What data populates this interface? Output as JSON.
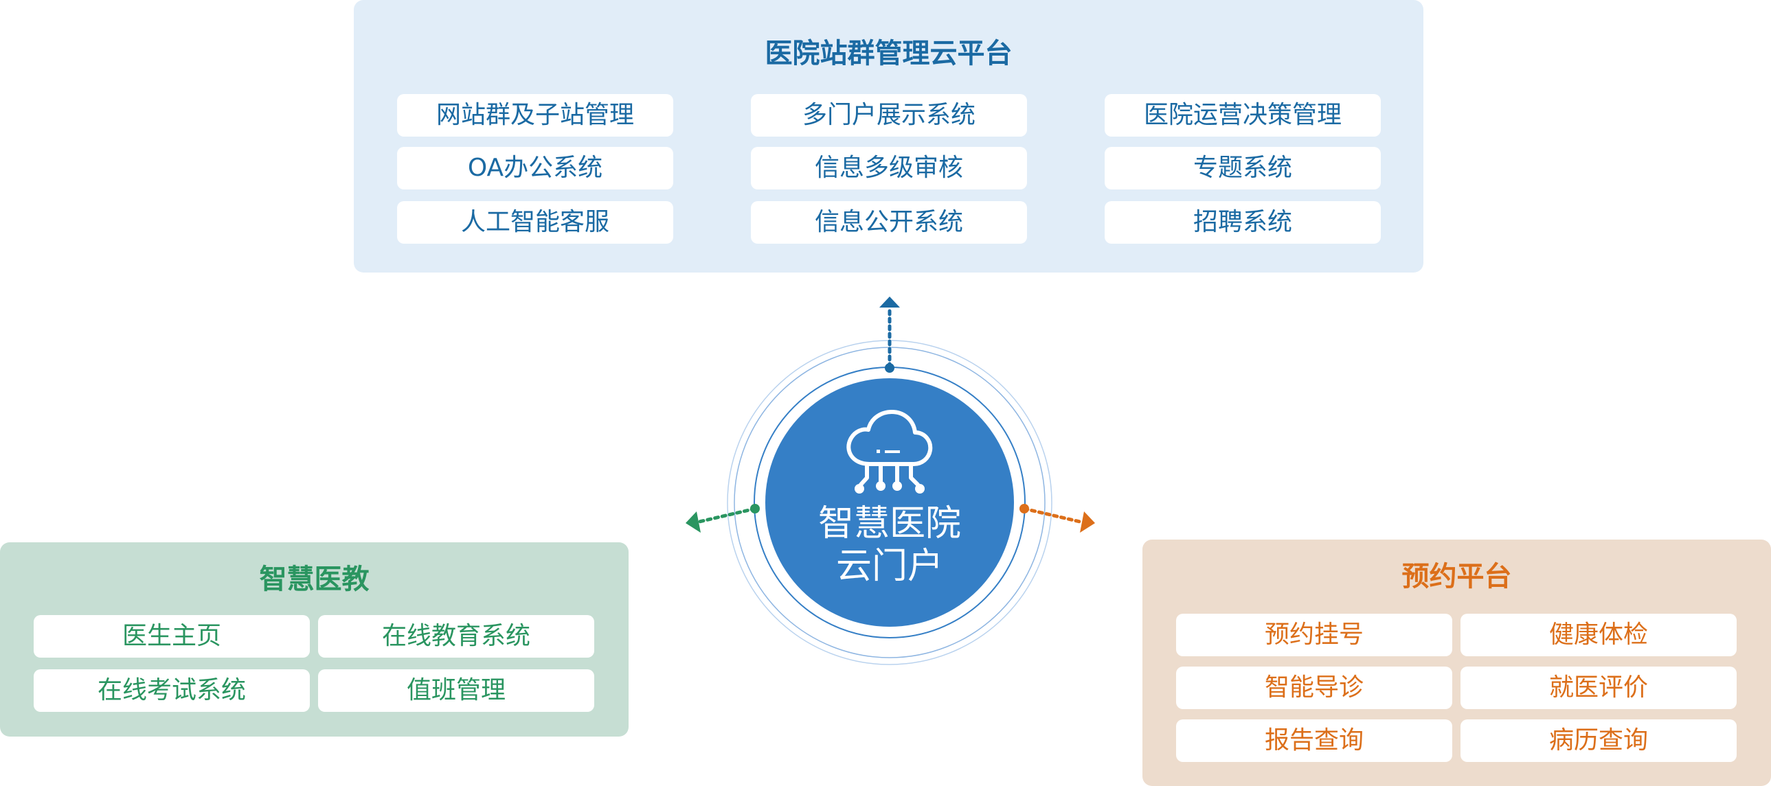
{
  "top_panel": {
    "title": "医院站群管理云平台",
    "items": [
      "网站群及子站管理",
      "多门户展示系统",
      "医院运营决策管理",
      "OA办公系统",
      "信息多级审核",
      "专题系统",
      "人工智能客服",
      "信息公开系统",
      "招聘系统"
    ]
  },
  "left_panel": {
    "title": "智慧医教",
    "items": [
      "医生主页",
      "在线教育系统",
      "在线考试系统",
      "值班管理"
    ]
  },
  "right_panel": {
    "title": "预约平台",
    "items": [
      "预约挂号",
      "健康体检",
      "智能导诊",
      "就医评价",
      "报告查询",
      "病历查询"
    ]
  },
  "hub": {
    "label_line1": "智慧医院",
    "label_line2": "云门户",
    "icon": "cloud-network-icon"
  },
  "colors": {
    "blue": "#1b6aa3",
    "hub_blue": "#357fc6",
    "green": "#2a9560",
    "orange": "#dc6f1a",
    "top_bg": "#e1edf8",
    "left_bg": "#c6ded3",
    "right_bg": "#eddccd"
  }
}
